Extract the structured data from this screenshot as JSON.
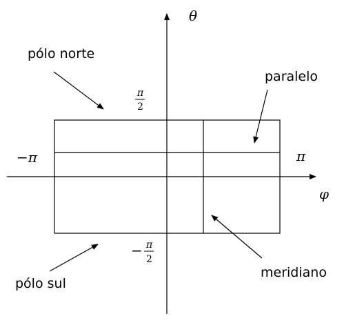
{
  "axes": {
    "vertical_symbol": "θ",
    "horizontal_symbol": "φ"
  },
  "ticks": {
    "left": {
      "sign": "−",
      "symbol": "π"
    },
    "right": {
      "symbol": "π"
    },
    "top": {
      "numerator": "π",
      "denominator": "2"
    },
    "bottom": {
      "sign": "−",
      "numerator": "π",
      "denominator": "2"
    }
  },
  "labels": {
    "north_pole": "pólo norte",
    "south_pole": "pólo sul",
    "parallel": "paralelo",
    "meridian": "meridiano"
  }
}
